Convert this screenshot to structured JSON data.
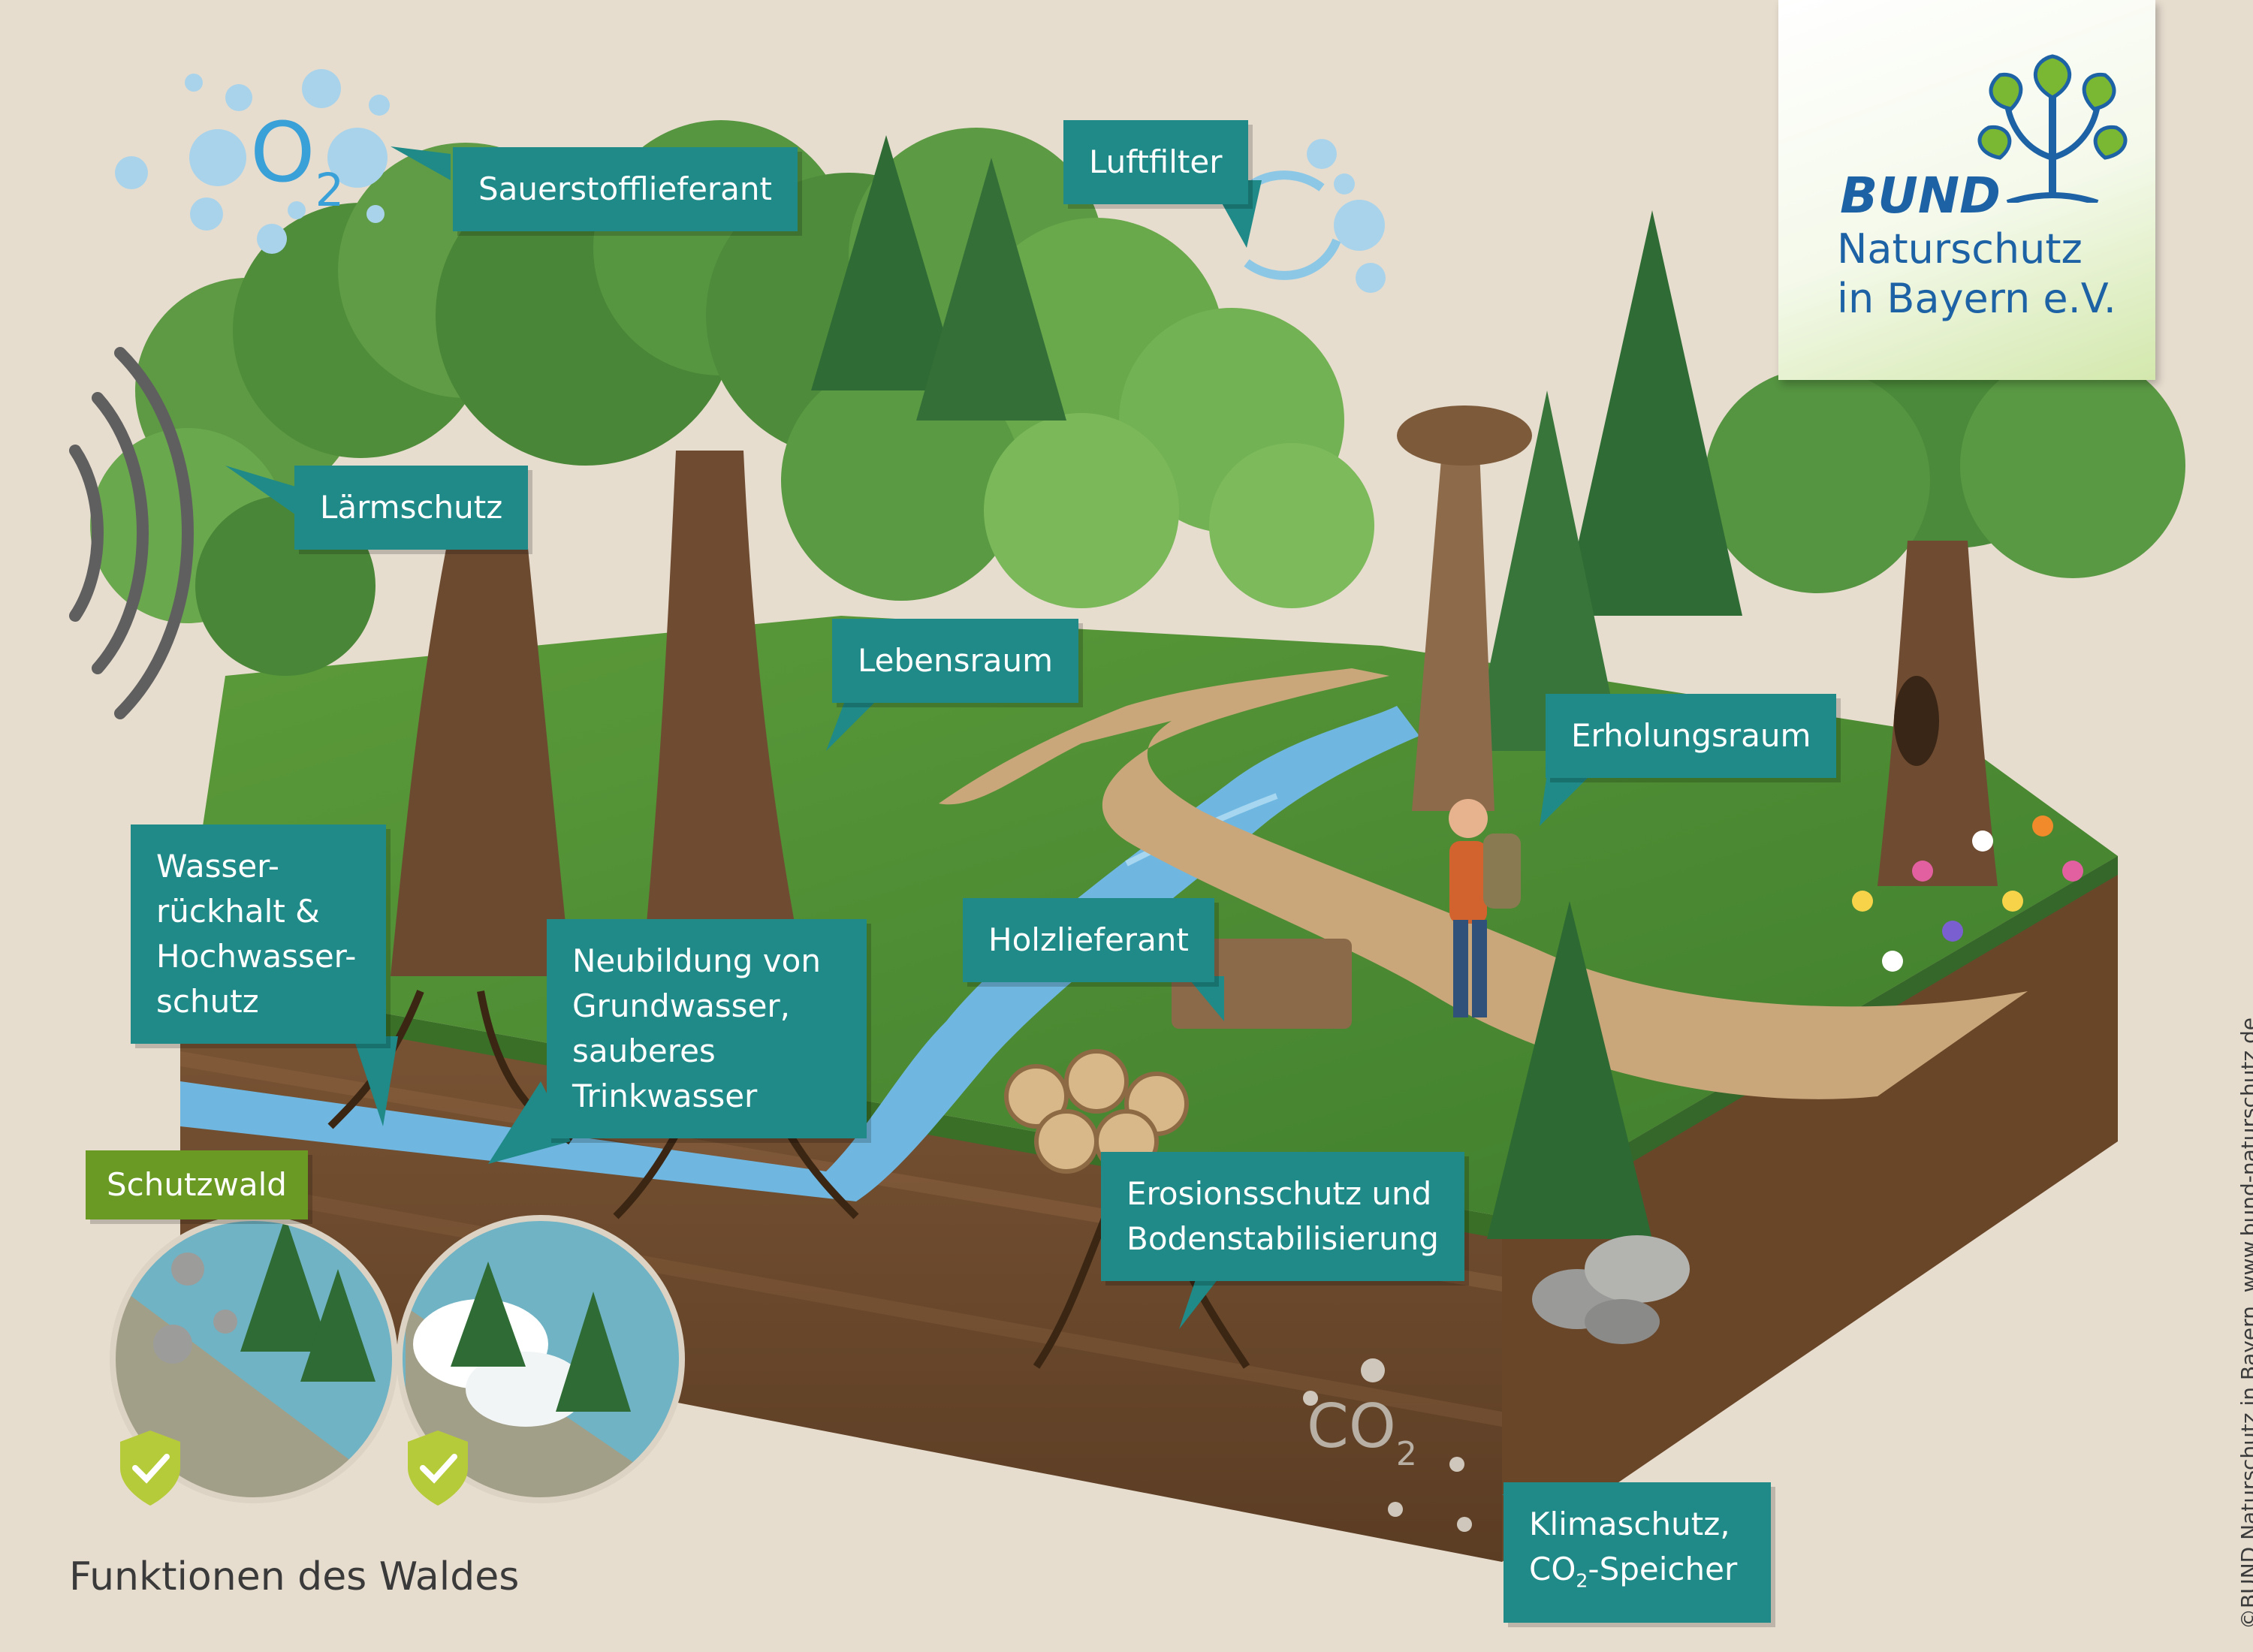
{
  "title": "Funktionen des Waldes",
  "copyright": "©BUND Naturschutz in Bayern, www.bund-naturschutz.de",
  "logo": {
    "name": "BUND",
    "line1": "Naturschutz",
    "line2": "in Bayern e.V."
  },
  "symbols": {
    "oxygen": "O",
    "oxygen_sub": "2",
    "carbon": "CO",
    "carbon_sub": "2"
  },
  "labels": {
    "sauerstoff": "Sauerstofflieferant",
    "luftfilter": "Luftfilter",
    "laermschutz": "Lärmschutz",
    "lebensraum": "Lebensraum",
    "erholungsraum": "Erholungsraum",
    "wasser": [
      "Wasser-",
      "rückhalt &",
      "Hochwasser-",
      "schutz"
    ],
    "grundwasser": [
      "Neubildung von",
      "Grundwasser,",
      "sauberes",
      "Trinkwasser"
    ],
    "holz": "Holzlieferant",
    "erosion": [
      "Erosionsschutz und",
      "Bodenstabilisierung"
    ],
    "klima_line1": "Klimaschutz,",
    "klima_line2_pre": "CO",
    "klima_line2_sub": "2",
    "klima_line2_post": "-Speicher",
    "schutzwald": "Schutzwald"
  },
  "colors": {
    "background": "#e7ddcf",
    "callout": "#1f8a87",
    "schutzwald": "#6a9a23",
    "logo_text": "#1e62a6",
    "logo_plant": "#7ab833",
    "bubble": "#a9d3ea",
    "water": "#6fb7e0",
    "grass": "#4f8f34",
    "soil": "#6b4a2e"
  },
  "icons": [
    "oxygen-bubbles",
    "co2-bubbles",
    "air-cycle-arrows",
    "sound-waves",
    "check-shield-icon",
    "logo-plant-icon"
  ]
}
